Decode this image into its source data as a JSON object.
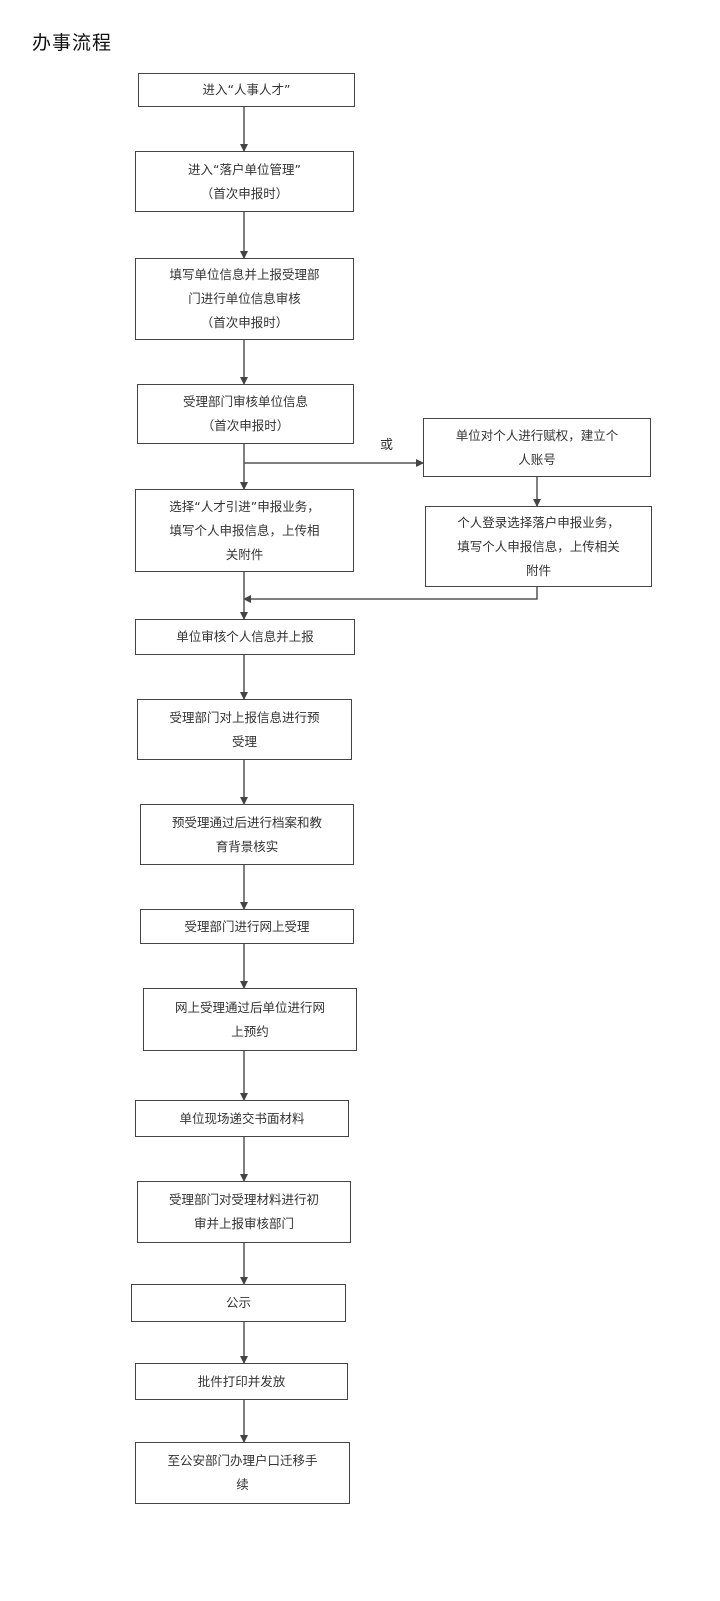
{
  "title": "办事流程",
  "or_label": "或",
  "steps": {
    "s1": {
      "lines": [
        "进入“人事人才”"
      ]
    },
    "s2": {
      "lines": [
        "进入“落户单位管理”",
        "（首次申报时）"
      ]
    },
    "s3": {
      "lines": [
        "填写单位信息并上报受理部",
        "门进行单位信息审核",
        "（首次申报时）"
      ]
    },
    "s4": {
      "lines": [
        "受理部门审核单位信息",
        "（首次申报时）"
      ]
    },
    "s5": {
      "lines": [
        "选择“人才引进”申报业务，",
        "填写个人申报信息，上传相",
        "关附件"
      ]
    },
    "r1": {
      "lines": [
        "单位对个人进行赋权，建立个",
        "人账号"
      ]
    },
    "r2": {
      "lines": [
        "个人登录选择落户申报业务，",
        "填写个人申报信息，上传相关",
        "附件"
      ]
    },
    "s6": {
      "lines": [
        "单位审核个人信息并上报"
      ]
    },
    "s7": {
      "lines": [
        "受理部门对上报信息进行预",
        "受理"
      ]
    },
    "s8": {
      "lines": [
        "预受理通过后进行档案和教",
        "育背景核实"
      ]
    },
    "s9": {
      "lines": [
        "受理部门进行网上受理"
      ]
    },
    "s10": {
      "lines": [
        "网上受理通过后单位进行网",
        "上预约"
      ]
    },
    "s11": {
      "lines": [
        "单位现场递交书面材料"
      ]
    },
    "s12": {
      "lines": [
        "受理部门对受理材料进行初",
        "审并上报审核部门"
      ]
    },
    "s13": {
      "lines": [
        "公示"
      ]
    },
    "s14": {
      "lines": [
        "批件打印并发放"
      ]
    },
    "s15": {
      "lines": [
        "至公安部门办理户口迁移手",
        "续"
      ]
    }
  }
}
